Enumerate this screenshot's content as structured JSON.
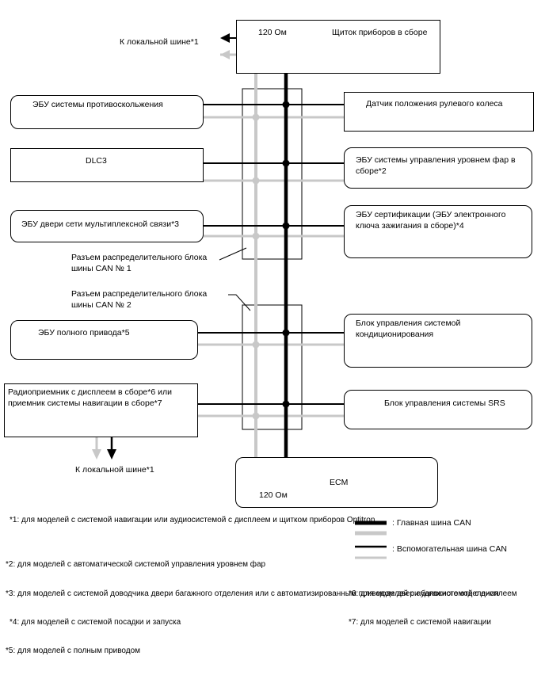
{
  "resistor_label": "120 Ом",
  "local_bus": "К локальной шине*1",
  "ecus": {
    "meter": "Щиток приборов в сборе",
    "skid": "ЭБУ системы противоскольжения",
    "steering": "Датчик положения рулевого колеса",
    "dlc3": "DLC3",
    "headlight": "ЭБУ системы управления уровнем фар в сборе*2",
    "door": "ЭБУ двери сети мультиплексной связи*3",
    "cert": "ЭБУ сертификации (ЭБУ электронного ключа зажигания в сборе)*4",
    "awd": "ЭБУ полного привода*5",
    "ac": "Блок управления системой кондиционирования",
    "radio": "Радиоприемник с дисплеем в сборе*6 или приемник системы навигации в сборе*7",
    "srs": "Блок управления системы SRS",
    "ecm": "ECM"
  },
  "junctions": {
    "jb1": "Разъем распределительного блока шины CAN № 1",
    "jb2": "Разъем распределительного блока шины CAN № 2"
  },
  "legend": {
    "main": ": Главная шина CAN",
    "sub": ": Вспомогательная шина CAN"
  },
  "footnotes": {
    "n1": "*1: для моделей с системой навигации или аудиосистемой с дисплеем и щитком приборов Optitron",
    "n2": "*2: для моделей с автоматической системой управления уровнем фар",
    "n3": "*3: для моделей с системой доводчика двери багажного отделения или с автоматизированным приводом двери багажного отделения",
    "n4": "*4: для моделей с системой посадки и запуска",
    "n5": "*5: для моделей с полным приводом",
    "n6": "*6: для моделей с аудиосистемой с дисплеем",
    "n7": "*7: для моделей с системой навигации"
  },
  "colors": {
    "can_high": "#000000",
    "can_low": "#c8c8c8"
  }
}
